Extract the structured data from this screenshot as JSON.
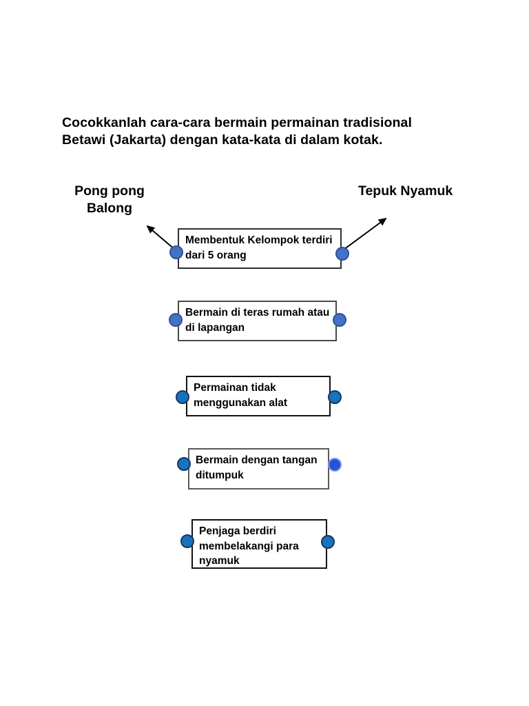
{
  "page": {
    "title": "Cocokkanlah cara-cara bermain permainan tradisional\nBetawi (Jakarta) dengan kata-kata di dalam kotak."
  },
  "answers": {
    "left_label": "Pong pong\nBalong",
    "right_label": "Tepuk Nyamuk"
  },
  "boxes": [
    {
      "text": "Membentuk Kelompok terdiri\ndari 5 orang"
    },
    {
      "text": "Bermain di teras rumah atau\ndi lapangan"
    },
    {
      "text": "Permainan tidak\nmenggunakan alat"
    },
    {
      "text": "Bermain dengan tangan\nditumpuk"
    },
    {
      "text": "Penjaga berdiri\nmembelakangi para\nnyamuk"
    }
  ],
  "colors": {
    "connector_blue": "#4472C4",
    "connector_blue_border": "#2E5395",
    "connector_deep_blue": "#1674BE",
    "connector_deep_blue_border": "#17375E",
    "connector_indigo": "#2853D4",
    "connector_indigo_border": "#7E97EA",
    "arrow": "#000000",
    "text": "#000000",
    "page_background": "#ffffff"
  }
}
